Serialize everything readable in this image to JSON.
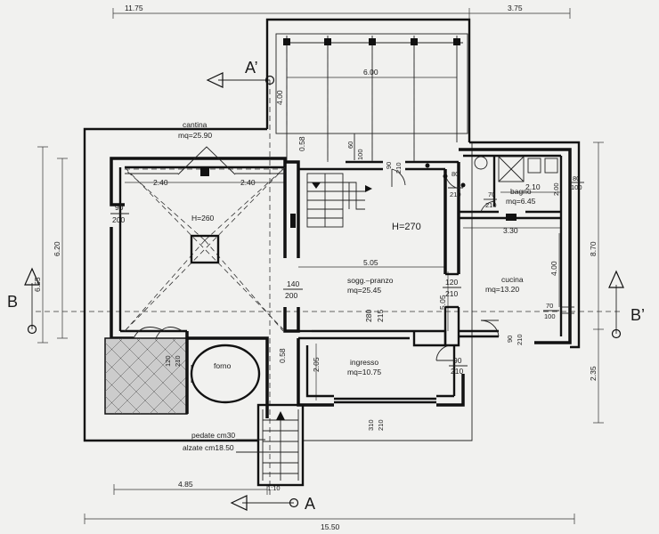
{
  "dimensions": {
    "top_left": "11.75",
    "top_right": "3.75",
    "bottom_total": "15.50",
    "bottom_left": "4.85",
    "left_outer": "6.55",
    "left_inner": "6.20",
    "right_upper": "8.70",
    "right_lower": "2.35",
    "porch_depth": "4.00",
    "porch_width": "6.00",
    "cantina_span_a": "2.40",
    "cantina_span_b": "2.40",
    "wall_058_top": "0.58",
    "wall_058_forno": "0.58",
    "bagno_height": "2.00",
    "bagno_width": "2.10",
    "kitchen_width": "3.30",
    "kitchen_wall": "4.00",
    "living_span": "5.05",
    "living_side": "5.05",
    "ingresso_height": "2.05"
  },
  "rooms": {
    "cantina_name": "cantina",
    "cantina_area": "mq=25.90",
    "cantina_height": "H=260",
    "living_name": "sogg.–pranzo",
    "living_area": "mq=25.45",
    "living_height": "H=270",
    "bagno_name": "bagno",
    "bagno_area": "mq=6.45",
    "cucina_name": "cucina",
    "cucina_area": "mq=13.20",
    "ingresso_name": "ingresso",
    "ingresso_area": "mq=10.75",
    "forno_name": "forno"
  },
  "openings": {
    "d_60_100": [
      "60",
      "100"
    ],
    "d_90_210_top": [
      "90",
      "210"
    ],
    "d_80_210_top": [
      "80",
      "210"
    ],
    "d_70_210_bagno": [
      "70",
      "210"
    ],
    "w_80_100_bagno": [
      "80",
      "100"
    ],
    "d_90_200_cantina": [
      "90",
      "200"
    ],
    "d_140_200": [
      "140",
      "200"
    ],
    "d_120_210_cucina": [
      "120",
      "210"
    ],
    "d_280_215": [
      "280",
      "215"
    ],
    "w_70_100_cucina": [
      "70",
      "100"
    ],
    "d_90_210_cucina": [
      "90",
      "210"
    ],
    "d_90_210_ingresso": [
      "90",
      "210"
    ],
    "d_120_210_forno": [
      "120",
      "210"
    ],
    "d_310_210": [
      "310",
      "210"
    ]
  },
  "stairs": {
    "pedate": "pedate cm30",
    "alzate": "alzate cm18.50",
    "slope": "1:10"
  },
  "sections": {
    "a_top": "A’",
    "a_bottom": "A",
    "b_left": "B",
    "b_right": "B’"
  },
  "colors": {
    "ink": "#111111",
    "paper": "#f1f1ef"
  }
}
